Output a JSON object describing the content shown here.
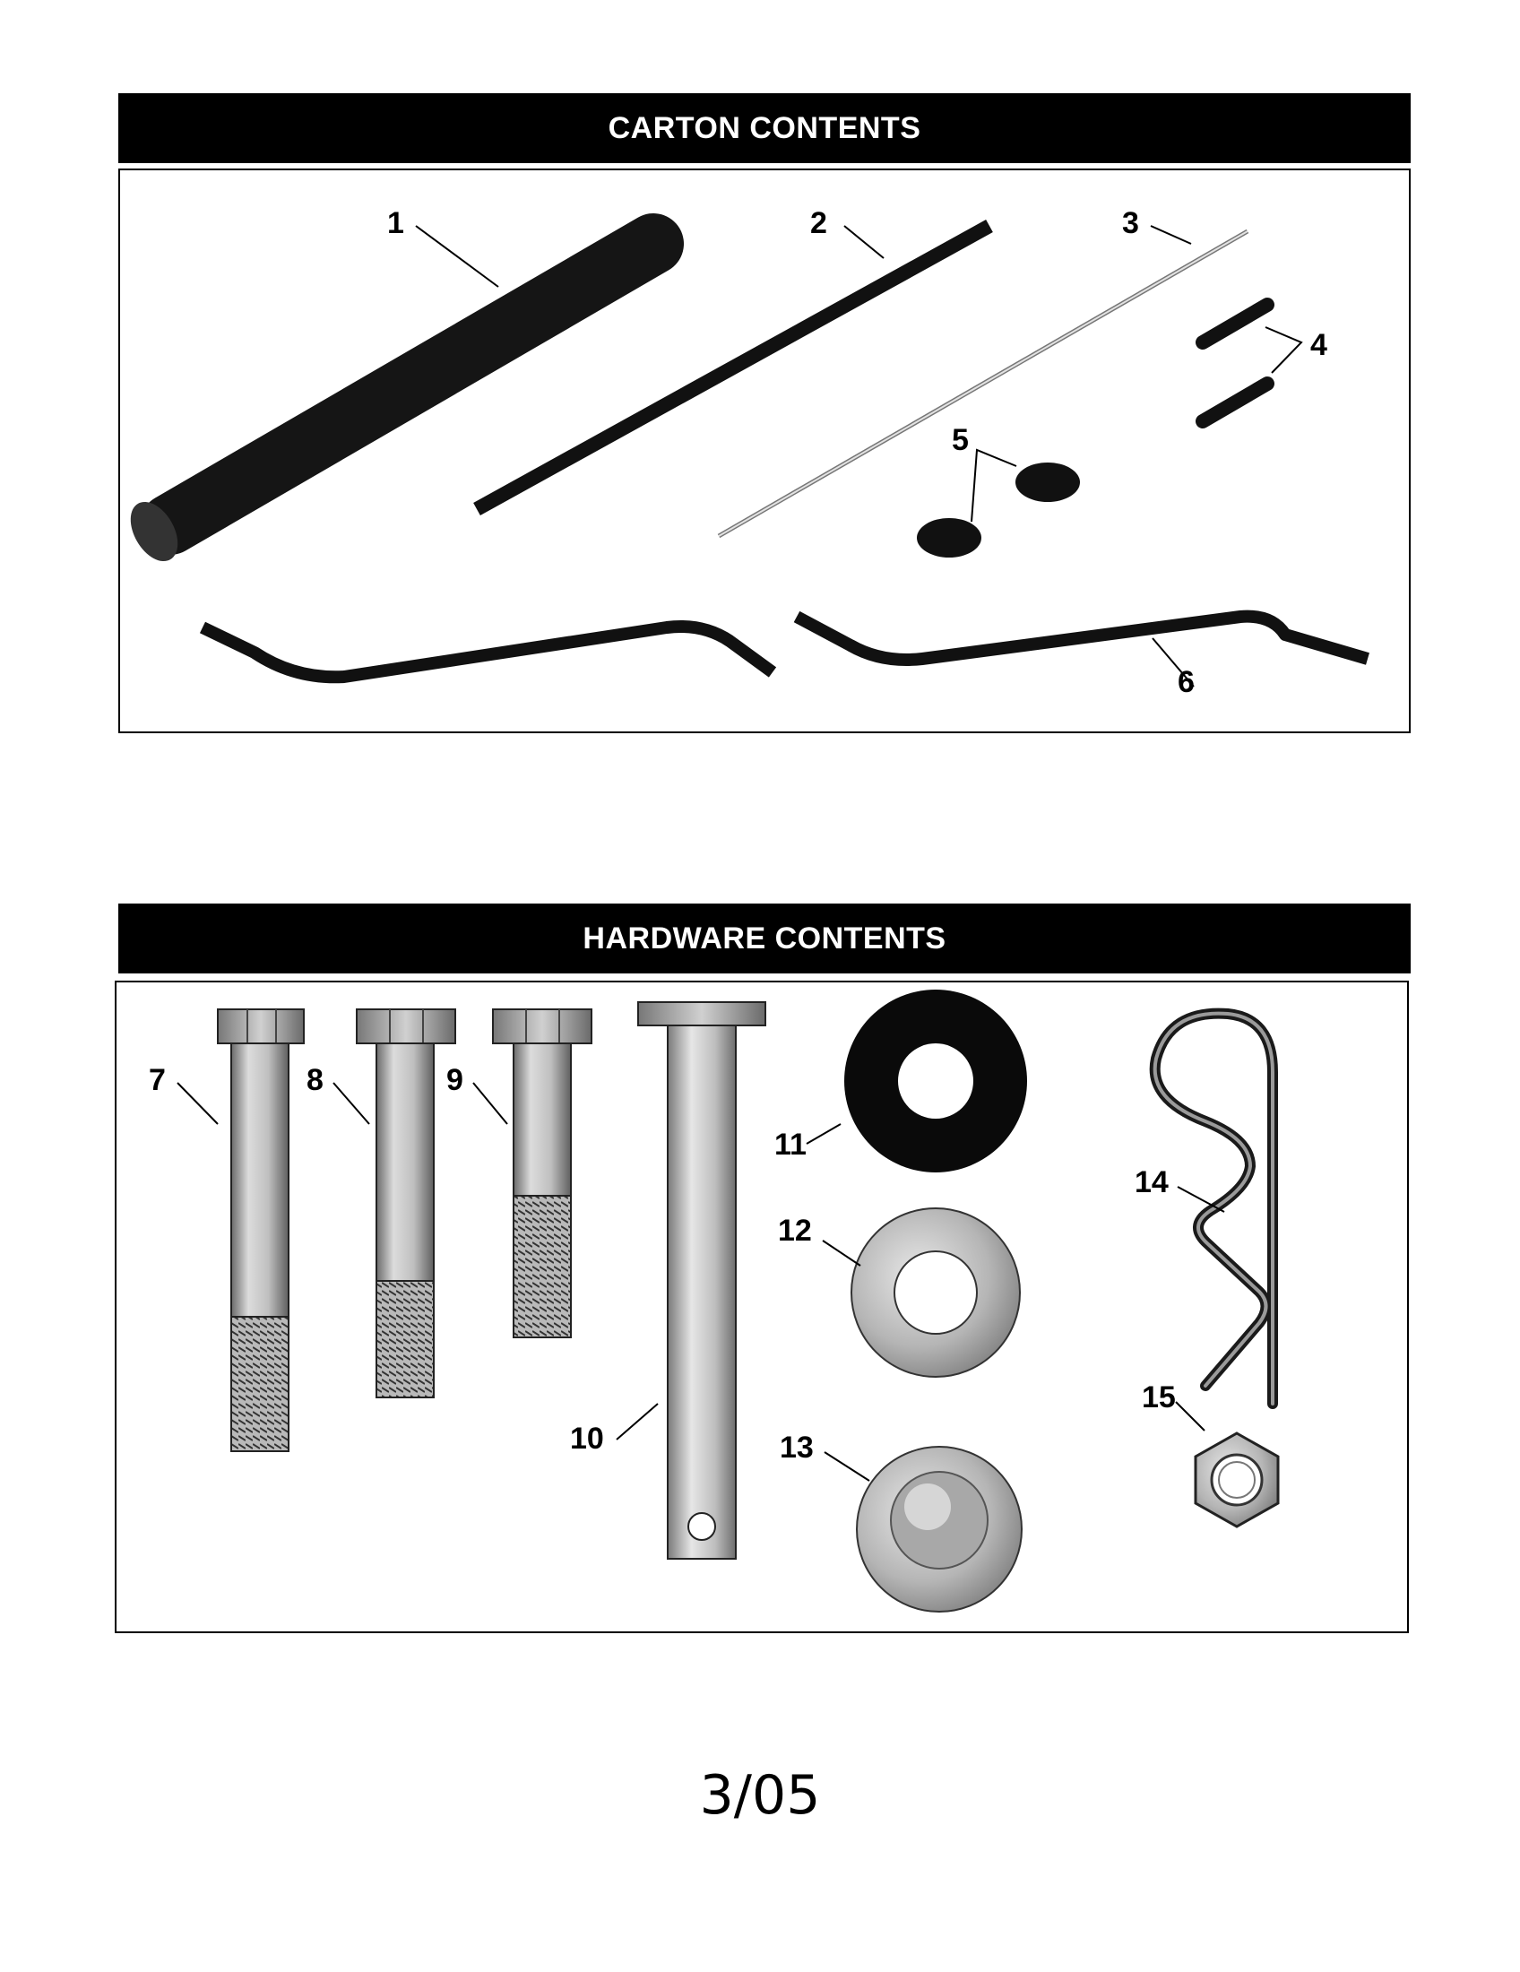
{
  "carton": {
    "title": "CARTON CONTENTS",
    "callouts": {
      "p1": "1",
      "p2": "2",
      "p3": "3",
      "p4": "4",
      "p5": "5",
      "p6": "6"
    }
  },
  "hardware": {
    "title": "HARDWARE CONTENTS",
    "callouts": {
      "p7": "7",
      "p8": "8",
      "p9": "9",
      "p10": "10",
      "p11": "11",
      "p12": "12",
      "p13": "13",
      "p14": "14",
      "p15": "15"
    }
  },
  "footer": {
    "page_date": "3/05"
  }
}
